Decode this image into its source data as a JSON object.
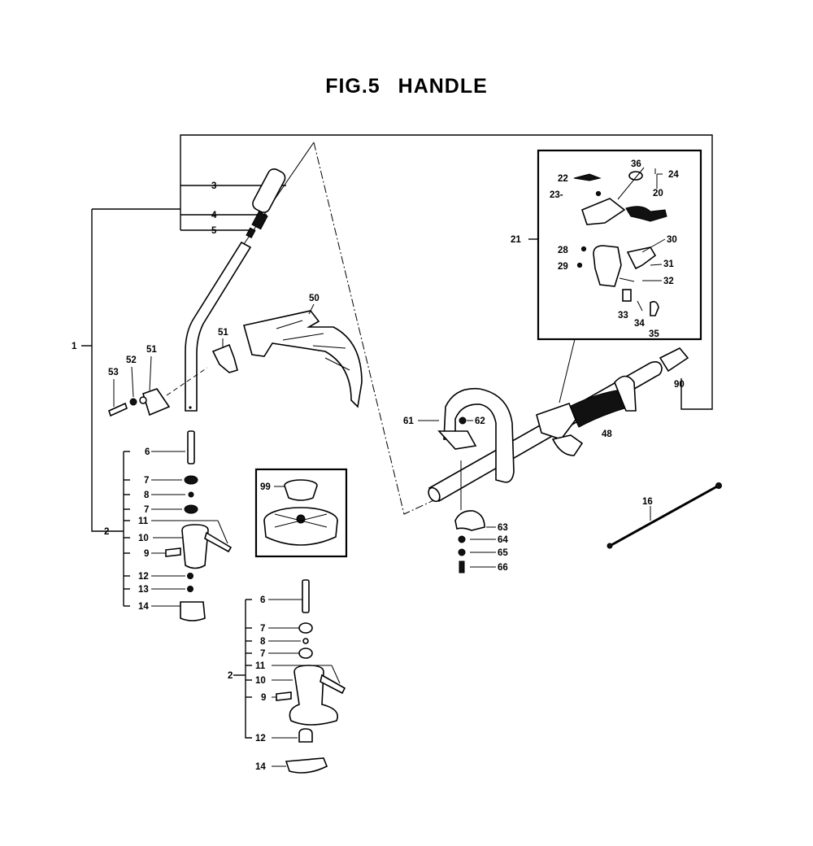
{
  "title": "FIG.5   HANDLE",
  "labels": {
    "l1": "1",
    "l2": "2",
    "l3": "3",
    "l4": "4",
    "l5": "5",
    "l6": "6",
    "l7a": "7",
    "l8": "8",
    "l7b": "7",
    "l11": "11",
    "l10": "10",
    "l9": "9",
    "l12": "12",
    "l13": "13",
    "l14": "14",
    "l51a": "51",
    "l51b": "51",
    "l52": "52",
    "l53": "53",
    "l50": "50",
    "l99": "99",
    "l2b": "2",
    "l6b": "6",
    "l7c": "7",
    "l8b": "8",
    "l7d": "7",
    "l11b": "11",
    "l10b": "10",
    "l9b": "9",
    "l12b": "12",
    "l14b": "14",
    "l21": "21",
    "l22": "22",
    "l23": "23-",
    "l36": "36",
    "l24": "24",
    "l20": "20",
    "l28": "28",
    "l29": "29",
    "l30": "30",
    "l31": "31",
    "l32": "32",
    "l33": "33",
    "l34": "34",
    "l35": "35",
    "l90": "90",
    "l48": "48",
    "l61": "61",
    "l62": "62",
    "l63": "63",
    "l64": "64",
    "l65": "65",
    "l66": "66",
    "l16": "16"
  }
}
